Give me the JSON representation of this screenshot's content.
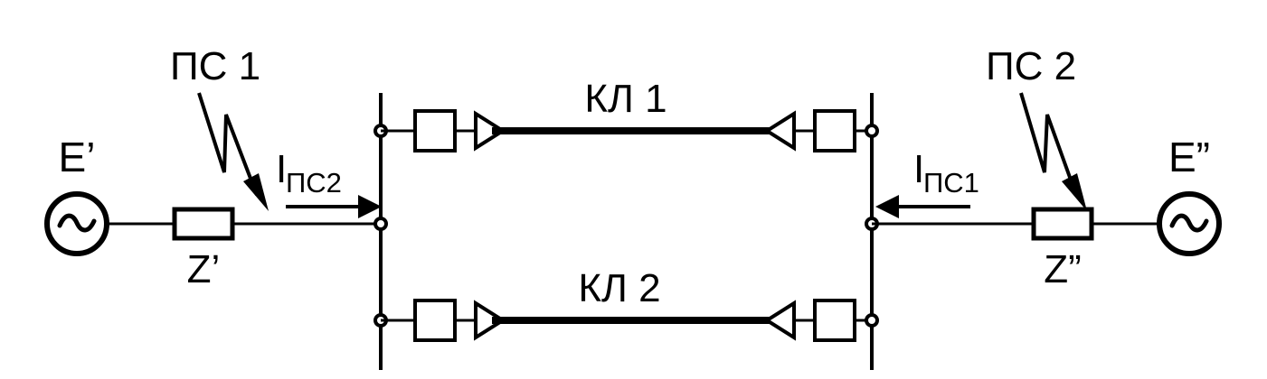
{
  "diagram": {
    "title": "Two-source power line schematic with two cable lines",
    "colors": {
      "line": "#000000",
      "background": "#ffffff",
      "fill": "#ffffff"
    },
    "labels": {
      "substation_1": "ПС 1",
      "substation_2": "ПС 2",
      "cable_line_1": "КЛ 1",
      "cable_line_2": "КЛ 2",
      "emf_left": "E’",
      "emf_right": "E”",
      "impedance_left": "Z’",
      "impedance_right": "Z”",
      "current_left_symbol": "I",
      "current_left_subscript": "ПС2",
      "current_right_symbol": "I",
      "current_right_subscript": "ПС1"
    },
    "elements": {
      "source_left": "ac-source",
      "source_right": "ac-source",
      "impedance_left": "resistor-box",
      "impedance_right": "resistor-box",
      "bus_left": "busbar",
      "bus_right": "busbar",
      "breakers": [
        "breaker-upper-left",
        "breaker-upper-right",
        "breaker-lower-left",
        "breaker-lower-right"
      ],
      "cable_terminations": [
        "termination-upper-left",
        "termination-upper-right",
        "termination-lower-left",
        "termination-lower-right"
      ],
      "current_arrow_left_direction": "right",
      "current_arrow_right_direction": "left",
      "pointer_left": "lightning-pointer",
      "pointer_right": "lightning-pointer"
    }
  }
}
